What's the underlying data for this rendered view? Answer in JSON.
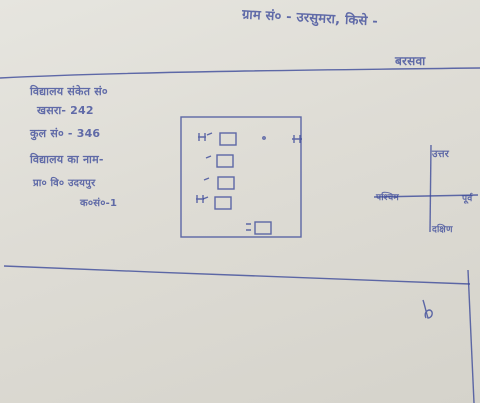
{
  "header": {
    "line1": "ग्राम सं० - उरसुमरा, किसे -",
    "line2": "बरसवा"
  },
  "info": {
    "line1": "विद्यालय संकेत सं०",
    "line2": "खसरा- 242",
    "line3": "कुल सं० - 346",
    "line4": "विद्यालय का नाम-",
    "line5": "प्रा० वि० उदयपुर",
    "line6": "क०सं०-1"
  },
  "compass": {
    "north": "उत्तर",
    "west": "पश्चिम",
    "east": "पूर्व",
    "south": "दक्षिण"
  },
  "colors": {
    "ink": "#3c4a9a",
    "paper": "#e2e0d9"
  }
}
